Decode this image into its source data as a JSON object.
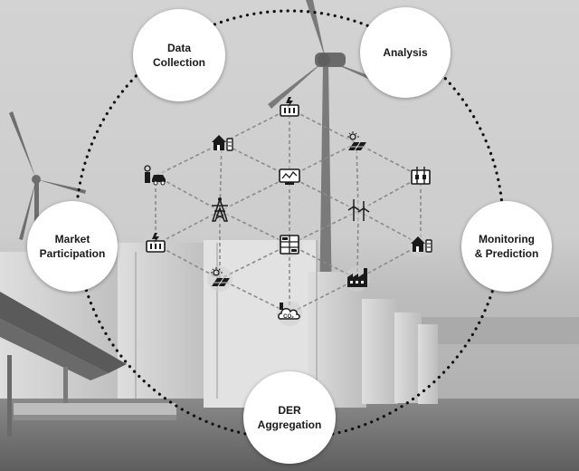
{
  "stages": [
    {
      "id": "data-collection",
      "label": "Data\nCollection"
    },
    {
      "id": "analysis",
      "label": "Analysis"
    },
    {
      "id": "monitoring-prediction",
      "label": "Monitoring\n& Prediction"
    },
    {
      "id": "der-aggregation",
      "label": "DER\nAggregation"
    },
    {
      "id": "market-participation",
      "label": "Market\nParticipation"
    }
  ],
  "network_nodes": [
    {
      "id": "battery-plug-top",
      "icon": "battery-charging-icon"
    },
    {
      "id": "house-battery-upper-left",
      "icon": "house-with-battery-icon"
    },
    {
      "id": "solar-panel-upper-right",
      "icon": "solar-panel-icon"
    },
    {
      "id": "ev-charger",
      "icon": "electric-vehicle-charging-icon"
    },
    {
      "id": "control-monitor",
      "icon": "monitoring-screen-icon"
    },
    {
      "id": "substation",
      "icon": "substation-switch-icon"
    },
    {
      "id": "transmission-tower",
      "icon": "transmission-tower-icon"
    },
    {
      "id": "wind-turbines",
      "icon": "wind-turbine-icon"
    },
    {
      "id": "battery-plug-left",
      "icon": "battery-charging-icon"
    },
    {
      "id": "building-center",
      "icon": "office-building-icon"
    },
    {
      "id": "house-battery-right",
      "icon": "house-with-battery-icon"
    },
    {
      "id": "solar-panel-lower-left",
      "icon": "solar-panel-icon"
    },
    {
      "id": "factory",
      "icon": "factory-icon"
    },
    {
      "id": "carbon-emissions",
      "icon": "co2-emissions-icon"
    }
  ],
  "colors": {
    "node_fill": "#ffffff",
    "ring_dots": "#111111",
    "network_lines": "#8a8a8a",
    "icon_stroke": "#1a1a1a"
  },
  "background_scene": "wind-turbines-and-battery-storage-photo"
}
